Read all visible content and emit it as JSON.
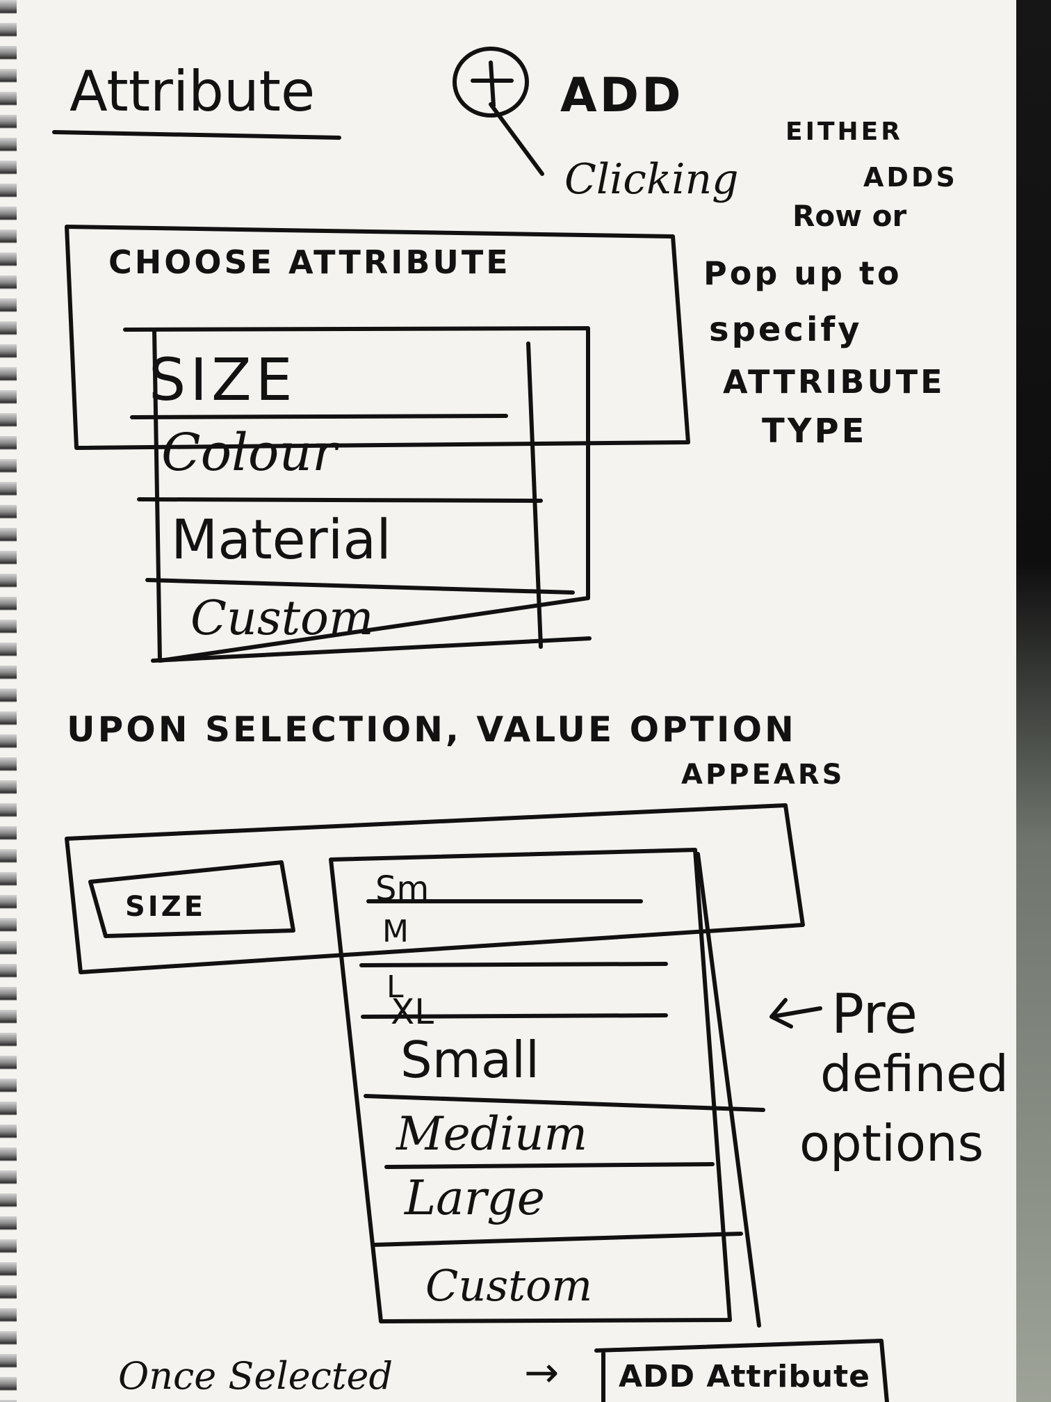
{
  "heading": "Attribute",
  "add_label": "ADD",
  "add_icon": "plus-circle-icon",
  "annotation_click": {
    "line1": "Clicking",
    "line2": "EITHER",
    "line3": "ADDS",
    "line4": "Row or",
    "line5": "Pop up to",
    "line6": "specify",
    "line7": "ATTRIBUTE",
    "line8": "TYPE"
  },
  "choose_panel": {
    "title": "CHOOSE ATTRIBUTE",
    "options": [
      "SIZE",
      "Colour",
      "Material",
      "Custom"
    ]
  },
  "upon_selection": {
    "line1": "UPON SELECTION, VALUE OPTION",
    "line2": "APPEARS"
  },
  "value_panel": {
    "selected_attribute": "SIZE",
    "options": [
      "Sm",
      "M",
      "L",
      "XL",
      "Small",
      "Medium",
      "Large",
      "Custom"
    ]
  },
  "predefined_note": {
    "arrow": "←",
    "line1": "Pre",
    "line2": "defined",
    "line3": "options"
  },
  "footer": {
    "label": "Once Selected",
    "arrow": "→",
    "button": "ADD Attribute"
  }
}
